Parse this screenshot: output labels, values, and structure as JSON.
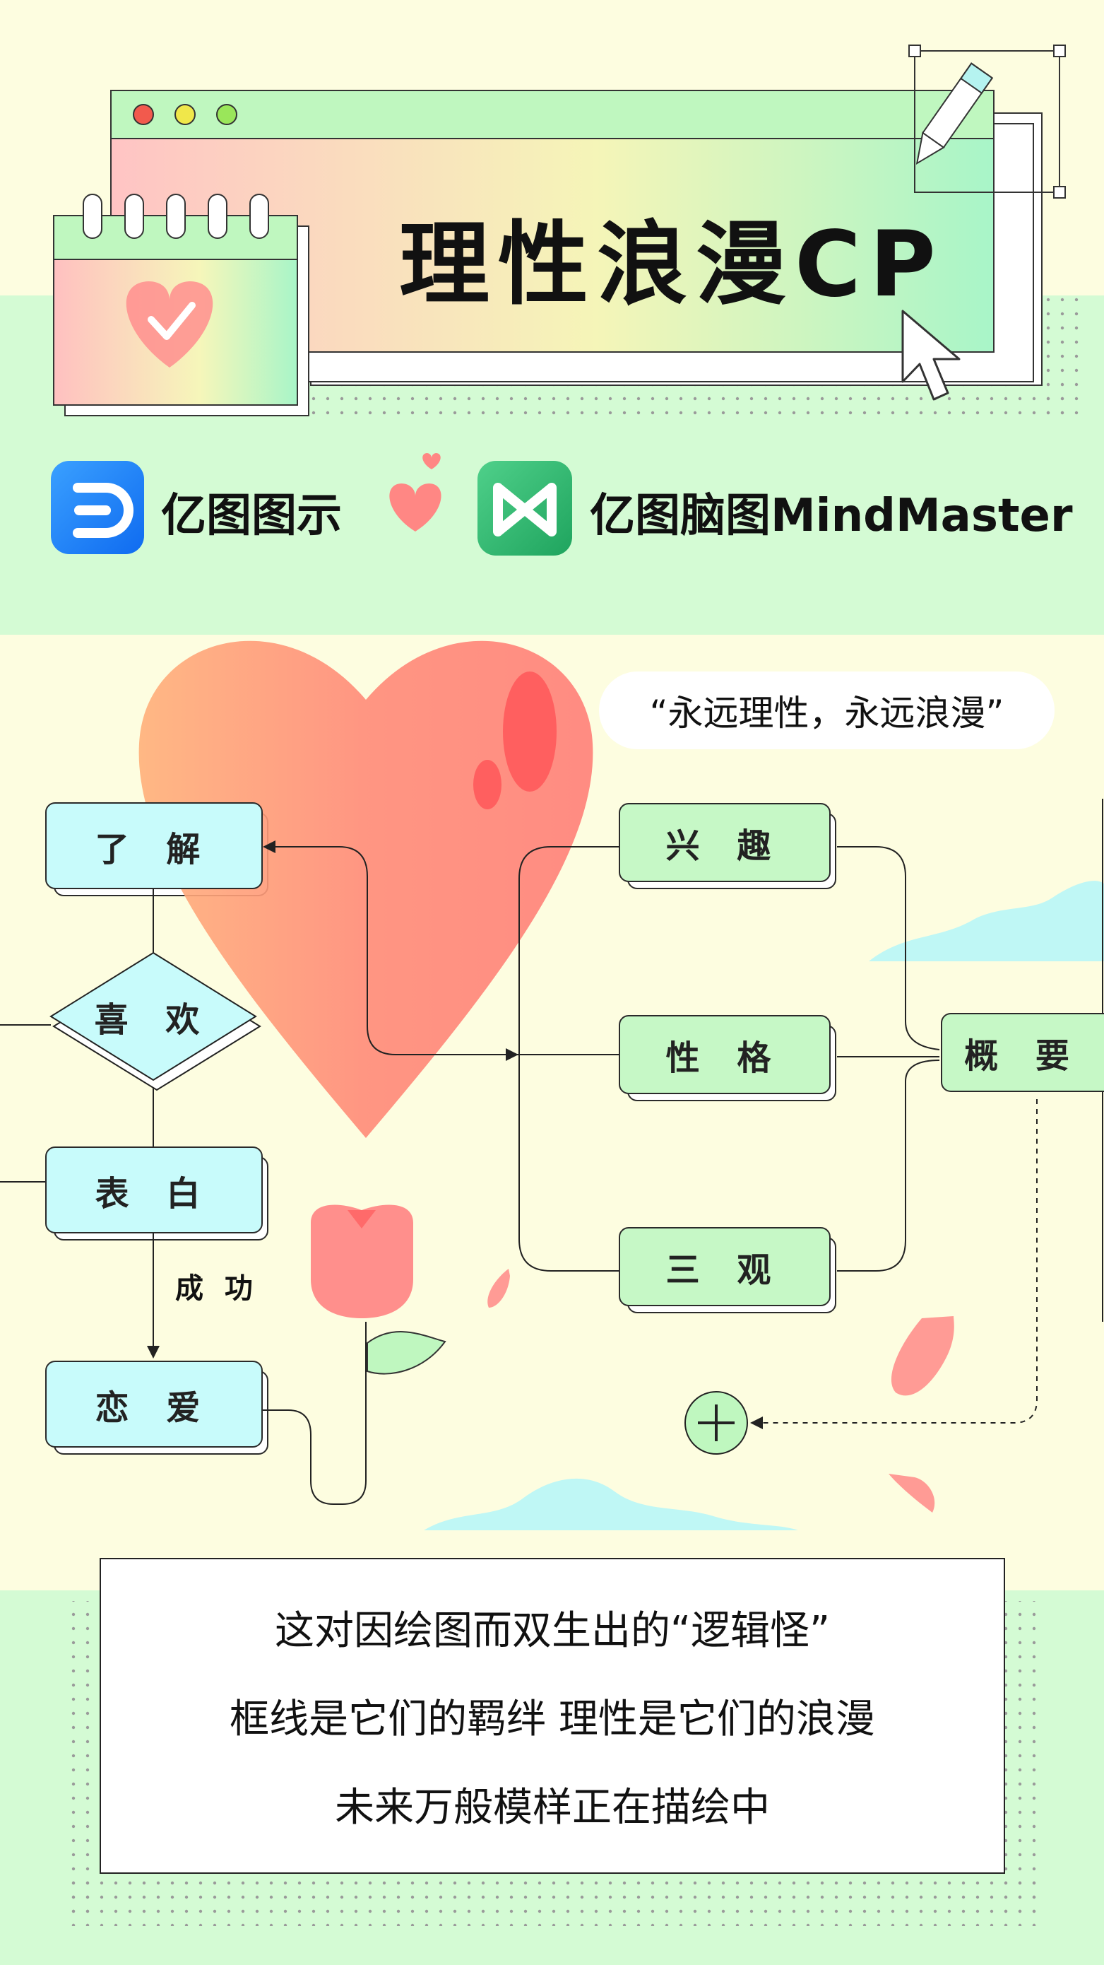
{
  "header": {
    "title": "理性浪漫CP",
    "window_dots": [
      "#f25a4d",
      "#f0e74a",
      "#9ae65a"
    ]
  },
  "brands": {
    "left": {
      "name": "亿图图示",
      "icon": "edraw-logo-icon",
      "color": "#1e7df5"
    },
    "right": {
      "name": "亿图脑图MindMaster",
      "icon": "mindmaster-logo-icon",
      "color": "#2db36a"
    }
  },
  "quote": "“永远理性，永远浪漫”",
  "flowchart": {
    "left": {
      "understand": "了 解",
      "like": "喜 欢",
      "confess": "表 白",
      "success_label": "成 功",
      "love": "恋 爱"
    },
    "right": {
      "interest": "兴 趣",
      "personality": "性 格",
      "values": "三 观",
      "summary": "概 要"
    }
  },
  "caption": {
    "line1": "这对因绘图而双生出的“逻辑怪”",
    "line2": "框线是它们的羁绊 理性是它们的浪漫",
    "line3": "未来万般模样正在描绘中"
  },
  "colors": {
    "background": "#fdfde0",
    "band": "#d4fbd4",
    "heart": "#ff8c7a",
    "node_cyan": "#c8fbfb",
    "node_green": "#c6f8c6"
  }
}
